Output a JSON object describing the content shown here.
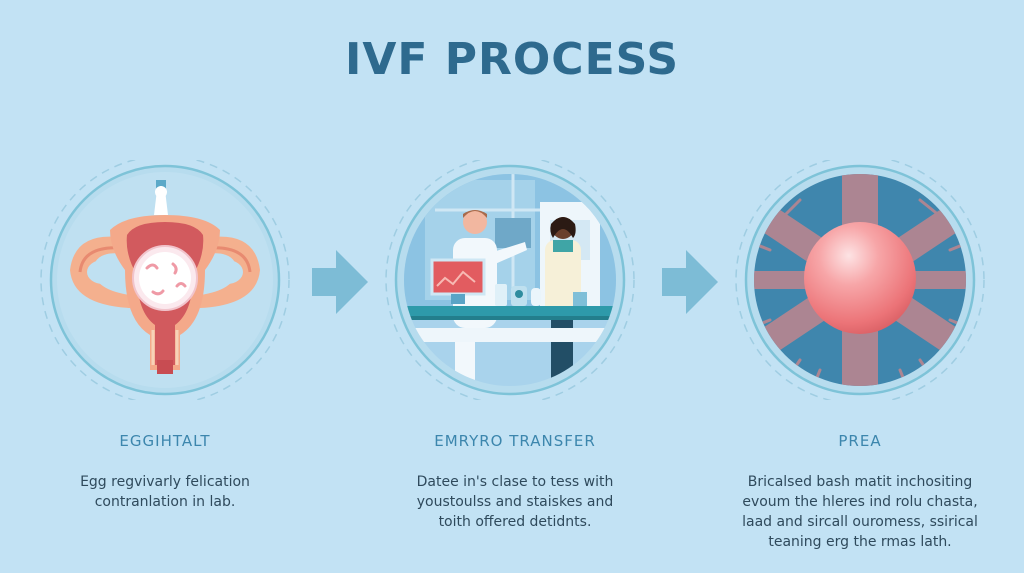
{
  "header": {
    "title": "IVF PROCESS"
  },
  "colors": {
    "background": "#c2e2f4",
    "title": "#2e6a8e",
    "step_title": "#3c86ad",
    "body_text": "#2f4a5c",
    "arrow": "#7dbcd6",
    "ring": "#7ec3d8"
  },
  "steps": [
    {
      "illustration": "uterus-illustration",
      "title": "EGGIHTALT",
      "description_lines": [
        "Egg regvivarly felication",
        "contranlation in lab."
      ]
    },
    {
      "illustration": "lab-scientists-illustration",
      "title": "EMRYRO TRANSFER",
      "description_lines": [
        "Datee in's clase to tess with",
        "youstoulss and staiskes and",
        "toith offered detidnts."
      ]
    },
    {
      "illustration": "embryo-sphere-illustration",
      "title": "PREA",
      "description_lines": [
        "Bricalsed bash matit inchositing",
        "evoum the hleres ind rolu chasta,",
        "laad and sircall ouromess, ssirical",
        "teaning erg the rmas lath."
      ]
    }
  ],
  "arrows": [
    {
      "icon": "arrow-right-icon"
    },
    {
      "icon": "arrow-right-icon"
    }
  ]
}
